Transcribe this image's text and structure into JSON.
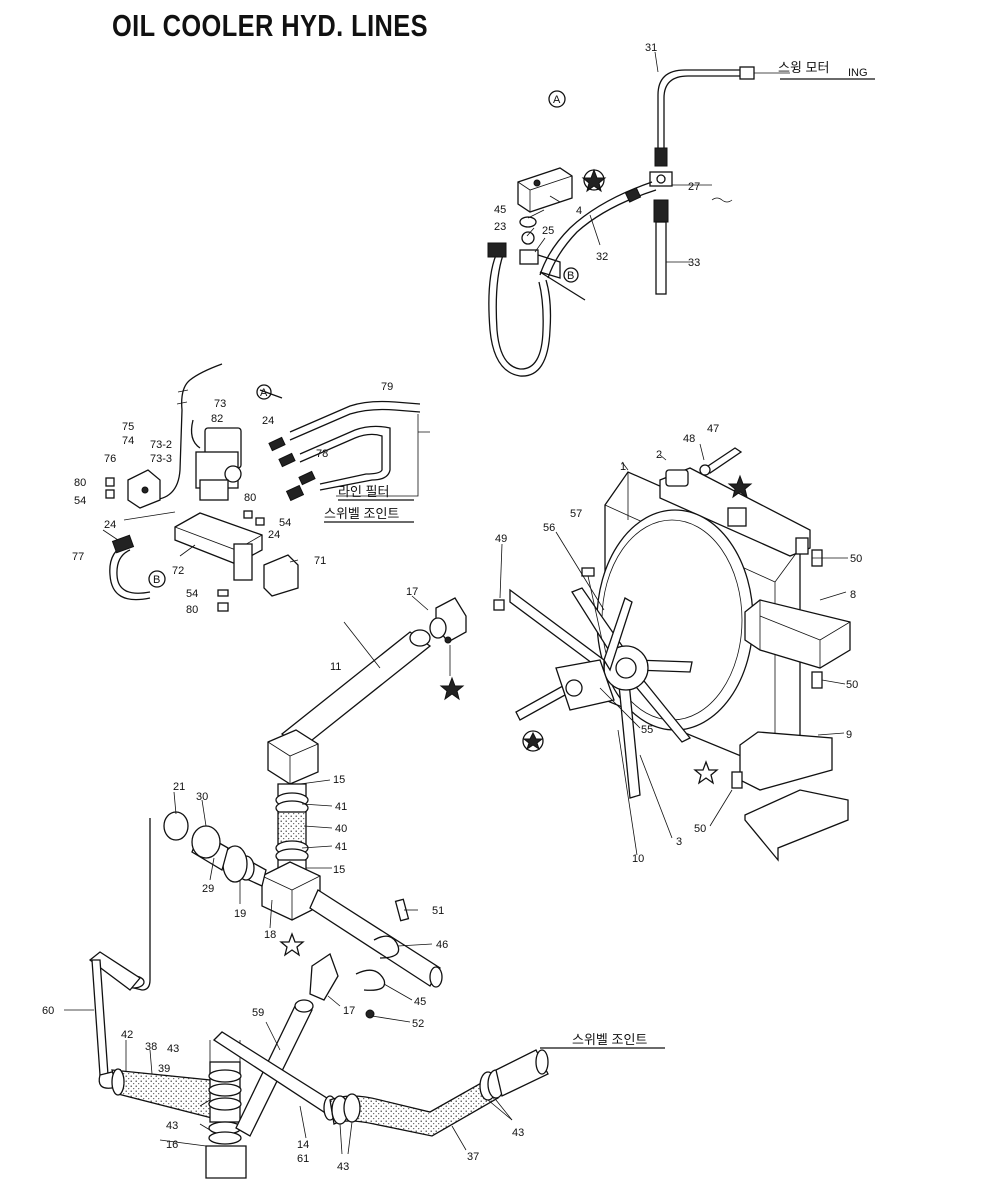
{
  "title": "OIL COOLER HYD. LINES",
  "korean_labels": {
    "swing_motor": "스윙 모터",
    "swing_motor_suffix": "ING",
    "line_filter": "라인 필터",
    "swivel_joint_upper": "스위벨 조인트",
    "swivel_joint_lower": "스위벨 조인트"
  },
  "view_marks": {
    "a": "A",
    "b": "B"
  },
  "part_numbers": {
    "p31": "31",
    "p27": "27",
    "p4": "4",
    "p45": "45",
    "p23": "23",
    "p25": "25",
    "p32": "32",
    "p33": "33",
    "p73": "73",
    "p82": "82",
    "p79": "79",
    "p75": "75",
    "p74": "74",
    "p73_2": "73-2",
    "p73_3": "73-3",
    "p76": "76",
    "p24a": "24",
    "p24b": "24",
    "p24c": "24",
    "p78": "78",
    "p80a": "80",
    "p54a": "54",
    "p80b": "80",
    "p54b": "54",
    "p54c": "54",
    "p80c": "80",
    "p77": "77",
    "p72": "72",
    "p71": "71",
    "p47": "47",
    "p48": "48",
    "p2": "2",
    "p1": "1",
    "p57": "57",
    "p56": "56",
    "p49": "49",
    "p50a": "50",
    "p8": "8",
    "p50b": "50",
    "p55": "55",
    "p9": "9",
    "p50c": "50",
    "p3": "3",
    "p10": "10",
    "p17a": "17",
    "p11": "11",
    "p15a": "15",
    "p41a": "41",
    "p40": "40",
    "p41b": "41",
    "p15b": "15",
    "p21": "21",
    "p30": "30",
    "p29": "29",
    "p19": "19",
    "p18": "18",
    "p51": "51",
    "p46": "46",
    "p45b": "45",
    "p52": "52",
    "p17b": "17",
    "p60": "60",
    "p59": "59",
    "p42": "42",
    "p38": "38",
    "p43a": "43",
    "p39": "39",
    "p43b": "43",
    "p16": "16",
    "p14": "14",
    "p61": "61",
    "p43c": "43",
    "p37": "37",
    "p43d": "43"
  }
}
